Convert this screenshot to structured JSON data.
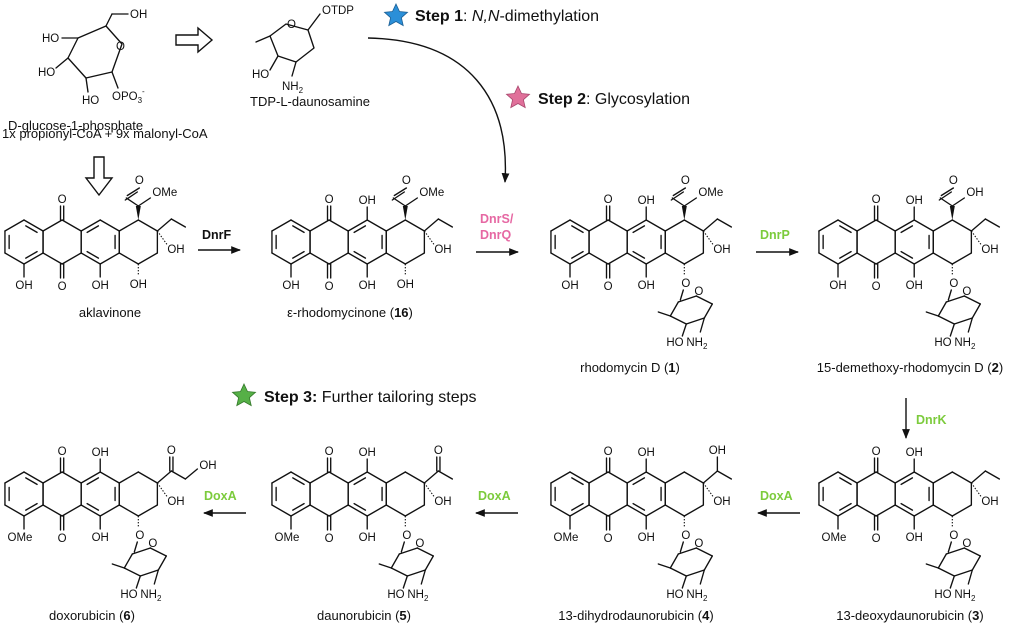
{
  "colors": {
    "step1_star": "#2b8fd8",
    "step2_star": "#e0709a",
    "step3_star": "#56b047",
    "enzyme_pink": "#e668a3",
    "enzyme_green": "#7ccb3c"
  },
  "steps": [
    {
      "name": "Step 1",
      "desc_pre": ": ",
      "desc_italic": "N,N",
      "desc_post": "-dimethylation"
    },
    {
      "name": "Step 2",
      "desc": ": Glycosylation"
    },
    {
      "name": "Step 3:",
      "desc": " Further tailoring steps"
    }
  ],
  "precursors": {
    "glucose_phosphate": "D-glucose-1-phosphate",
    "tdp_daunosamine": "TDP-L-daunosamine",
    "polyketide": "1x propionyl-CoA + 9x malonyl-CoA"
  },
  "compounds": {
    "aklavinone": {
      "name": "aklavinone"
    },
    "rhodomycinone": {
      "prefix": "ε-rhodomycinone (",
      "num": "16",
      "suffix": ")"
    },
    "rhodomycinD": {
      "prefix": "rhodomycin D (",
      "num": "1",
      "suffix": ")"
    },
    "demethoxy": {
      "prefix": "15-demethoxy-rhodomycin D (",
      "num": "2",
      "suffix": ")"
    },
    "deoxydauno": {
      "prefix": "13-deoxydaunorubicin (",
      "num": "3",
      "suffix": ")"
    },
    "dihydrodauno": {
      "prefix": "13-dihydrodaunorubicin (",
      "num": "4",
      "suffix": ")"
    },
    "daunorubicin": {
      "prefix": "daunorubicin (",
      "num": "5",
      "suffix": ")"
    },
    "doxorubicin": {
      "prefix": "doxorubicin (",
      "num": "6",
      "suffix": ")"
    }
  },
  "enzymes": {
    "dnrF": "DnrF",
    "dnrS": "DnrS/",
    "dnrQ": "DnrQ",
    "dnrP": "DnrP",
    "dnrK": "DnrK",
    "doxA": "DoxA"
  },
  "atoms": {
    "O": "O",
    "OH": "OH",
    "OMe": "OMe",
    "NH2": "NH",
    "NH2_sub": "2",
    "HO": "HO",
    "OTDP": "OTDP",
    "OPO3": "OPO",
    "OPO3_sub": "3",
    "OPO3_sup": "-"
  }
}
